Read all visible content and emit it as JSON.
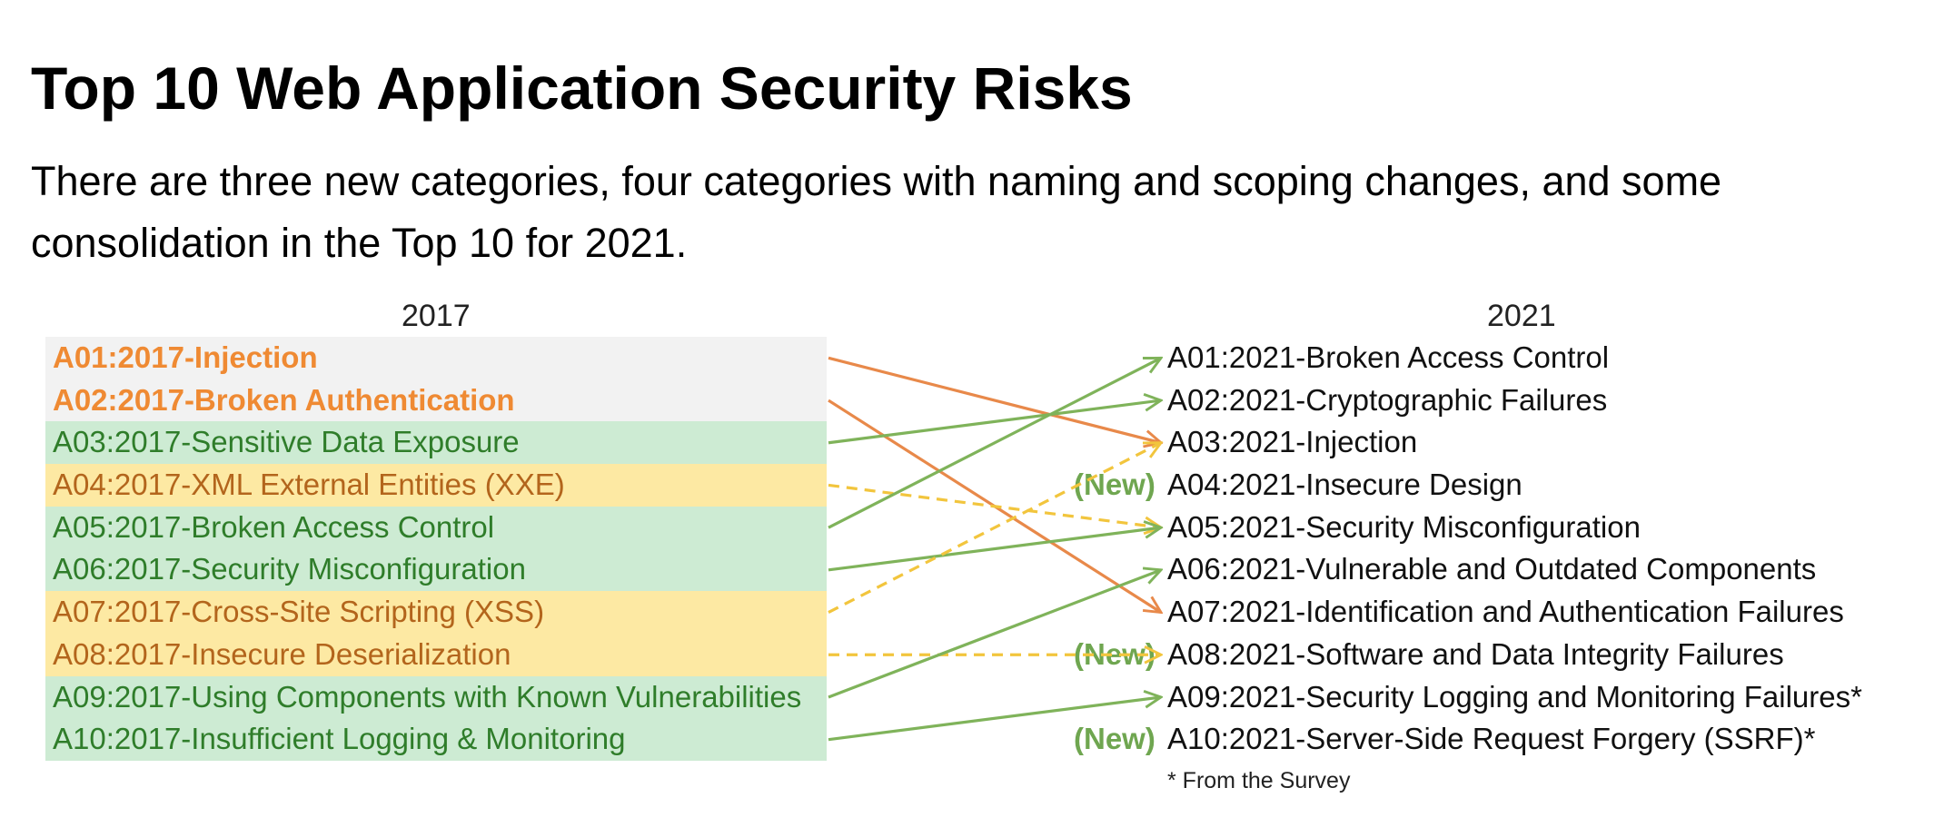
{
  "header": {
    "title": "Top 10 Web Application Security Risks",
    "description": "There are three new categories, four categories with naming and scoping changes, and some consolidation in the Top 10 for 2021."
  },
  "diagram": {
    "left_heading": "2017",
    "right_heading": "2021",
    "left_items": [
      {
        "label": "A01:2017-Injection",
        "style": "grey"
      },
      {
        "label": "A02:2017-Broken Authentication",
        "style": "grey"
      },
      {
        "label": "A03:2017-Sensitive Data Exposure",
        "style": "green"
      },
      {
        "label": "A04:2017-XML External Entities (XXE)",
        "style": "yellow"
      },
      {
        "label": "A05:2017-Broken Access Control",
        "style": "green"
      },
      {
        "label": "A06:2017-Security Misconfiguration",
        "style": "green"
      },
      {
        "label": "A07:2017-Cross-Site Scripting (XSS)",
        "style": "yellow"
      },
      {
        "label": "A08:2017-Insecure Deserialization",
        "style": "yellow"
      },
      {
        "label": "A09:2017-Using Components with Known Vulnerabilities",
        "style": "green"
      },
      {
        "label": "A10:2017-Insufficient Logging & Monitoring",
        "style": "green"
      }
    ],
    "right_items": [
      {
        "label": "A01:2021-Broken Access Control",
        "new_tag": ""
      },
      {
        "label": "A02:2021-Cryptographic Failures",
        "new_tag": ""
      },
      {
        "label": "A03:2021-Injection",
        "new_tag": ""
      },
      {
        "label": "A04:2021-Insecure Design",
        "new_tag": "(New)"
      },
      {
        "label": "A05:2021-Security Misconfiguration",
        "new_tag": ""
      },
      {
        "label": "A06:2021-Vulnerable and Outdated Components",
        "new_tag": ""
      },
      {
        "label": "A07:2021-Identification and Authentication Failures",
        "new_tag": ""
      },
      {
        "label": "A08:2021-Software and Data Integrity Failures",
        "new_tag": "(New)"
      },
      {
        "label": "A09:2021-Security Logging and Monitoring Failures*",
        "new_tag": ""
      },
      {
        "label": "A10:2021-Server-Side Request Forgery (SSRF)*",
        "new_tag": "(New)"
      }
    ],
    "mappings": [
      {
        "from": 0,
        "to": 2,
        "color": "#e8894a",
        "dashed": false
      },
      {
        "from": 1,
        "to": 6,
        "color": "#e8894a",
        "dashed": false
      },
      {
        "from": 2,
        "to": 1,
        "color": "#7fb35a",
        "dashed": false
      },
      {
        "from": 3,
        "to": 4,
        "color": "#f2c53d",
        "dashed": true
      },
      {
        "from": 4,
        "to": 0,
        "color": "#7fb35a",
        "dashed": false
      },
      {
        "from": 5,
        "to": 4,
        "color": "#7fb35a",
        "dashed": false
      },
      {
        "from": 6,
        "to": 2,
        "color": "#f2c53d",
        "dashed": true
      },
      {
        "from": 7,
        "to": 7,
        "color": "#f2c53d",
        "dashed": true
      },
      {
        "from": 8,
        "to": 5,
        "color": "#7fb35a",
        "dashed": false
      },
      {
        "from": 9,
        "to": 8,
        "color": "#7fb35a",
        "dashed": false
      }
    ],
    "footnote": "* From the Survey"
  },
  "colors": {
    "removed_orange": "#ef8a33",
    "moved_green": "#2f7d2a",
    "merged_yellow": "#b3651c",
    "new_tag_green": "#6fa650"
  }
}
